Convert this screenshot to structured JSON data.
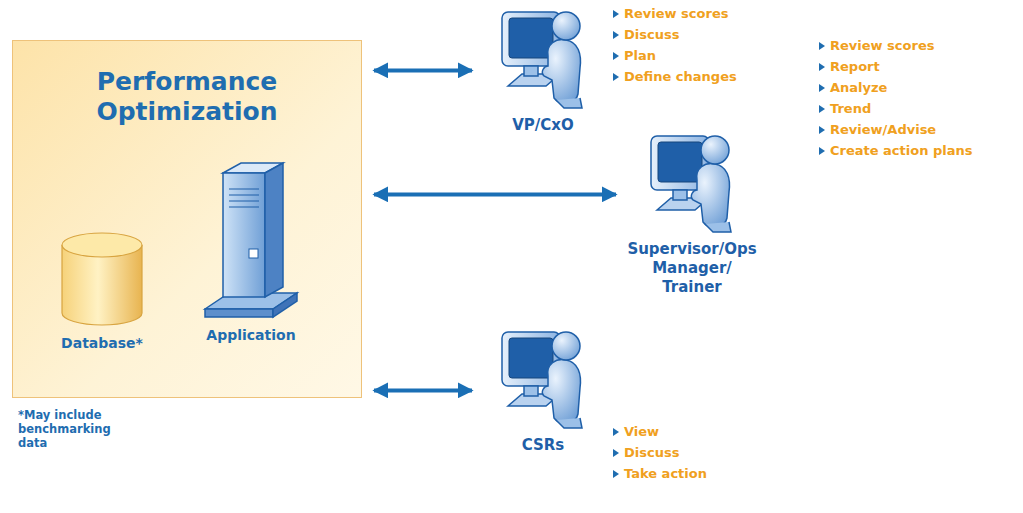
{
  "diagram": {
    "nodes": [
      {
        "text": [
          "Performance Optimization"
        ]
      },
      {
        "text": [
          "Database*"
        ],
        "in": 0
      },
      {
        "text": [
          "Application"
        ],
        "in": 0
      },
      {
        "text": [
          "VP/CxO"
        ]
      },
      {
        "text": [
          "Supervisor/Ops Manager/ Trainer"
        ]
      },
      {
        "text": [
          "CSRs"
        ]
      }
    ],
    "edges": [
      {
        "from": 0,
        "to": 3,
        "arrow": "both"
      },
      {
        "from": 0,
        "to": 4,
        "arrow": "both"
      },
      {
        "from": 0,
        "to": 5,
        "arrow": "both"
      }
    ],
    "labels": [
      "*May include benchmarking data",
      "Review scores",
      "Discuss",
      "Plan",
      "Define changes",
      "Review scores",
      "Report",
      "Analyze",
      "Trend",
      "Review/Advise",
      "Create action plans",
      "View",
      "Discuss",
      "Take action"
    ]
  }
}
